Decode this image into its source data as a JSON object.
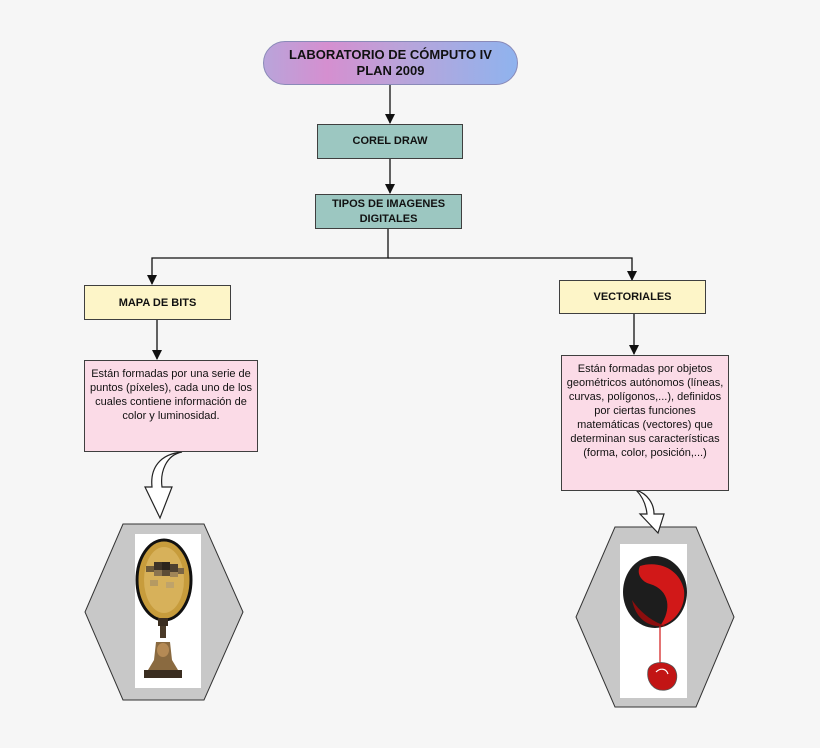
{
  "title": "LABORATORIO  DE CÓMPUTO IV\nPLAN 2009",
  "step_corel": "COREL DRAW",
  "step_tipos": "TIPOS DE IMAGENES DIGITALES",
  "left": {
    "label": "MAPA DE BITS",
    "description": "Están formadas por una serie de puntos (píxeles), cada uno de los cuales contiene información de color y luminosidad."
  },
  "right": {
    "label": "VECTORIALES",
    "description": "Están formadas por objetos geométricos autónomos (líneas, curvas, polígonos,...), definidos por ciertas funciones matemáticas (vectores) que determinan sus características (forma, color, posición,...)"
  },
  "colors": {
    "teal_box": "#9cc7c1",
    "yellow_box": "#fdf5c8",
    "pink_box": "#fbdbe7",
    "hexagon": "#c8c8c8"
  },
  "icons": {
    "left_picture": "pixelated-eye-and-bust-image",
    "right_picture": "red-vector-mouse-image"
  }
}
